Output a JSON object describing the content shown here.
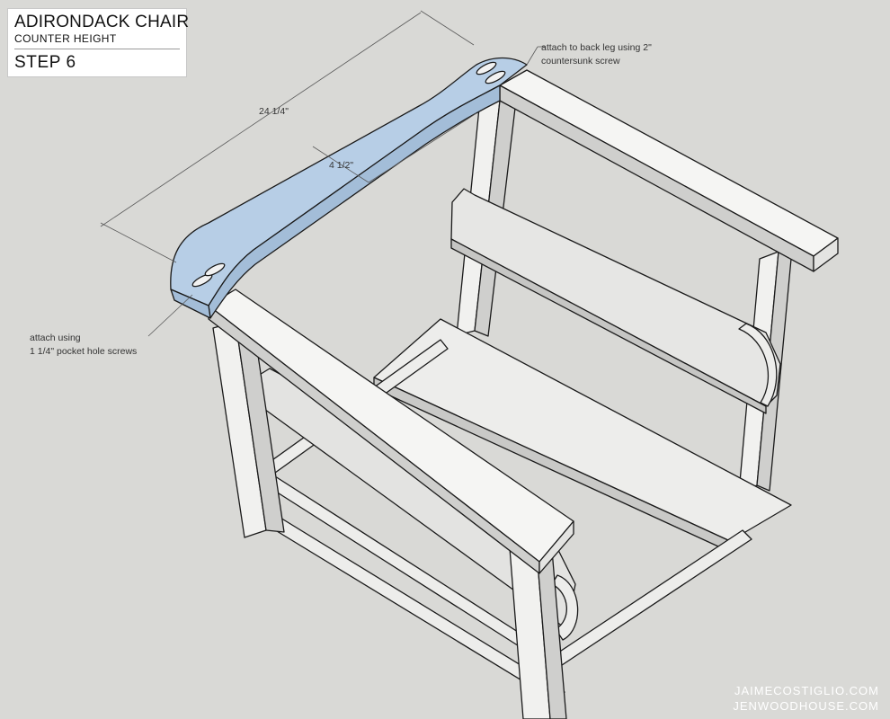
{
  "title_card": {
    "title": "ADIRONDACK CHAIR",
    "subtitle": "COUNTER HEIGHT",
    "step": "STEP 6"
  },
  "annotations": {
    "back_leg_line1": "attach to back leg using 2\"",
    "back_leg_line2": "countersunk screw",
    "pocket_line1": "attach using",
    "pocket_line2": "1 1/4\" pocket hole screws"
  },
  "dimensions": {
    "length": "24 1/4\"",
    "width": "4 1/2\""
  },
  "credits": {
    "line1": "JAIMECOSTIGLIO.COM",
    "line2": "JENWOODHOUSE.COM"
  },
  "colors": {
    "background": "#d9d9d6",
    "highlight_piece": "#b7cee6",
    "lumber_top": "#f4f4f2",
    "lumber_side": "#cfcfcd",
    "outline": "#1a1a1a"
  }
}
